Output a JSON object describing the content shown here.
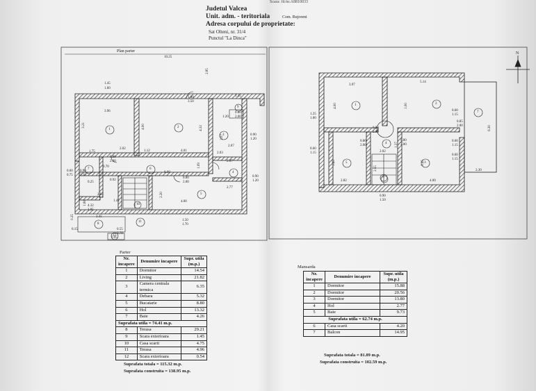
{
  "stamp": "Scara: fii/nr.A8810033",
  "header": {
    "county": "Judetul Valcea",
    "unit": "Unit. adm. - teritoriala",
    "commune": "Com. Bujoreni",
    "address_title": "Adresa corpului de proprietate:",
    "village": "Sat Olteni, nr. 31/4",
    "place": "Punctul \"La Dinca\""
  },
  "plan_labels": {
    "ground": "Plan parter",
    "north": "N"
  },
  "ground_dims": [
    "10.25",
    "2.85",
    "1.45",
    "1.60",
    "1.80",
    "3.50",
    "1.45",
    "3.96",
    "4.00",
    "4.32",
    "3.07",
    "0.90",
    "1.20",
    "2.07",
    "0.80",
    "2.00",
    "1.12",
    "4.01",
    "1.75",
    "0.25",
    "2.02",
    "0.90",
    "1.50",
    "0.60",
    "0.75",
    "0.80",
    "2.00",
    "6.60",
    "1.09",
    "2.03",
    "0.70",
    "0.90",
    "1.20",
    "0.92",
    "1.60",
    "2.82",
    "1.42",
    "2.20",
    "4.00",
    "2.77",
    "2.07",
    "1.50",
    "1.70",
    "3.45",
    "0.55",
    "0.70",
    "0.15",
    "0.25",
    "0.95",
    "0.80",
    "2.00",
    "4.32",
    "1.95",
    "1.20",
    "3.21"
  ],
  "upper_dims": [
    "3.97",
    "5.14",
    "1.25",
    "1.00",
    "4.00",
    "1.00",
    "0.60",
    "1.15",
    "0.85",
    "2.00",
    "6.30",
    "0.80",
    "2.00",
    "0.80",
    "2.00",
    "1.37",
    "2.02",
    "0.60",
    "1.15",
    "0.80",
    "2.00",
    "0.60",
    "1.15",
    "3.45",
    "3.45",
    "2.30",
    "2.82",
    "4.00",
    "0.90",
    "1.50",
    "2.55",
    "0.60",
    "1.15"
  ],
  "ground_rooms": [
    "1",
    "2",
    "3",
    "4",
    "5",
    "6",
    "7",
    "8",
    "9",
    "10",
    "11",
    "12"
  ],
  "upper_rooms": [
    "1",
    "2",
    "3",
    "4",
    "5",
    "6",
    "7"
  ],
  "parter": {
    "caption": "Parter",
    "headers": [
      "Nr. incapere",
      "Denumire incapere",
      "Supr. utila (m.p.)"
    ],
    "rows": [
      [
        "1",
        "Dormitor",
        "14.54"
      ],
      [
        "2",
        "Living",
        "21.82"
      ],
      [
        "3",
        "Camera centrala termica",
        "6.35"
      ],
      [
        "4",
        "Debara",
        "5.32"
      ],
      [
        "5",
        "Bucatarie",
        "8.80"
      ],
      [
        "6",
        "Hol",
        "13.32"
      ],
      [
        "7",
        "Baie",
        "4.26"
      ]
    ],
    "subtotal": "Suprafata utila = 74.41 m.p.",
    "rows2": [
      [
        "8",
        "Terasa",
        "29.21"
      ],
      [
        "9",
        "Scara exterioara",
        "1.45"
      ],
      [
        "10",
        "Casa scarii",
        "4.75"
      ],
      [
        "11",
        "Terasa",
        "4.96"
      ],
      [
        "12",
        "Scara exterioara",
        "0.54"
      ]
    ],
    "total": "Suprafata totala = 115.32 m.p.",
    "built": "Suprafata construita = 138.95 m.p."
  },
  "mansarda": {
    "caption": "Mansarda",
    "headers": [
      "Nr. incapere",
      "Denumire incapere",
      "Supr. utila (m.p.)"
    ],
    "rows": [
      [
        "1",
        "Dormitor",
        "15.88"
      ],
      [
        "2",
        "Dormitor",
        "20.56"
      ],
      [
        "3",
        "Dormitor",
        "13.80"
      ],
      [
        "4",
        "Hol",
        "2.77"
      ],
      [
        "5",
        "Baie",
        "9.73"
      ]
    ],
    "subtotal": "Suprafata utila = 62.74 m.p.",
    "rows2": [
      [
        "6",
        "Casa scarii",
        "4.20"
      ],
      [
        "7",
        "Balcon",
        "14.95"
      ]
    ],
    "total": "Suprafata totala = 81.89 m.p.",
    "built": "Suprafata construita = 102.59 m.p."
  }
}
